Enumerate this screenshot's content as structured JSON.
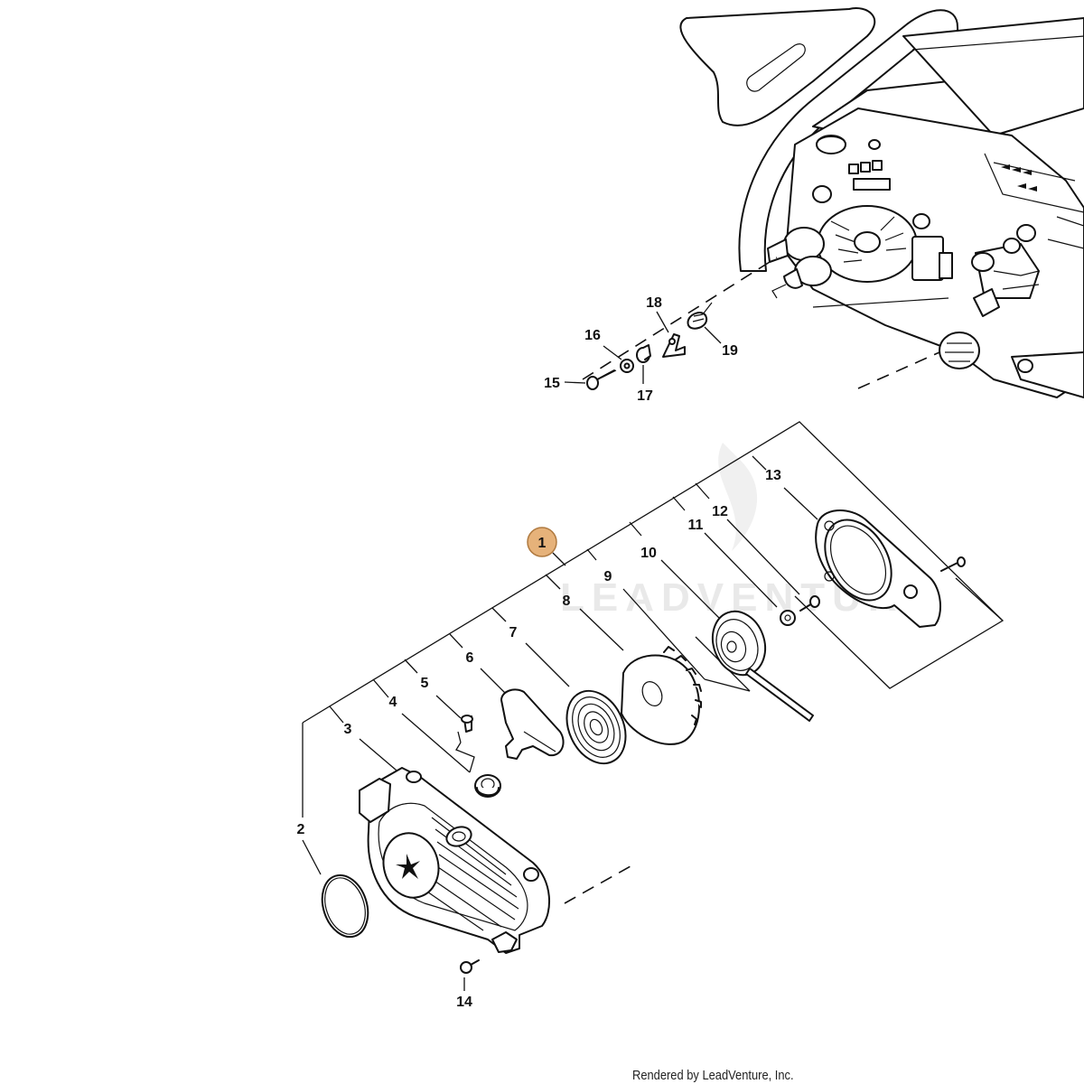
{
  "watermark": "LEADVENTURE",
  "footer": "Rendered by LeadVenture, Inc.",
  "highlight_color": "#e6b27a",
  "callouts": {
    "c1": "1",
    "c2": "2",
    "c3": "3",
    "c4": "4",
    "c5": "5",
    "c6": "6",
    "c7": "7",
    "c8": "8",
    "c9": "9",
    "c10": "10",
    "c11": "11",
    "c12": "12",
    "c13": "13",
    "c14": "14",
    "c15": "15",
    "c16": "16",
    "c17": "17",
    "c18": "18",
    "c19": "19"
  }
}
